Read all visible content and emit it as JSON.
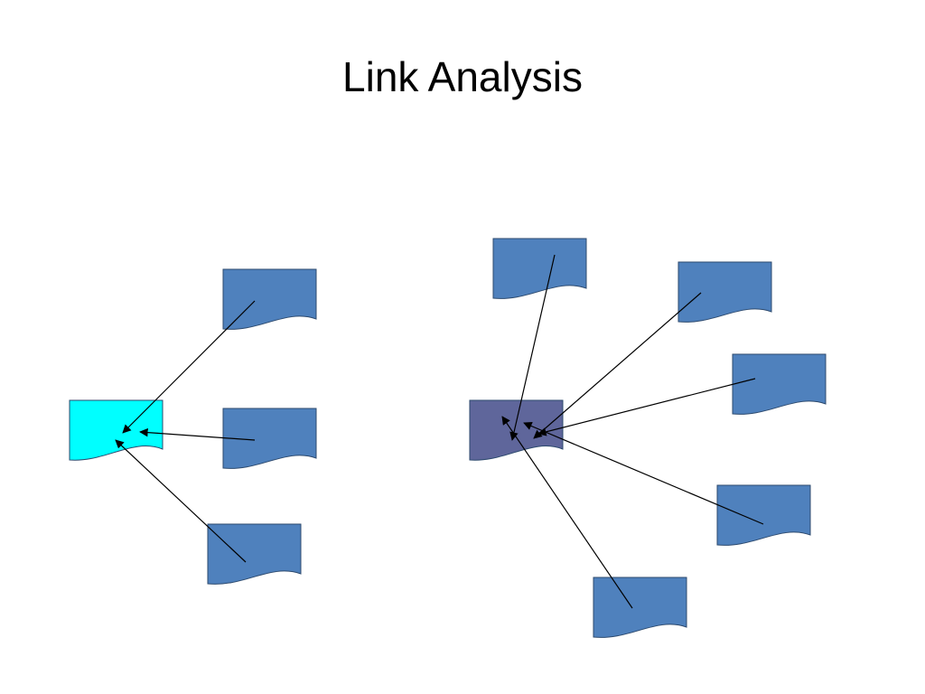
{
  "slide": {
    "title": "Link Analysis"
  },
  "colors": {
    "document_fill": "#4f81bd",
    "left_target_fill": "#00ffff",
    "right_target_fill": "#5f669b",
    "document_stroke": "#2d4a6e",
    "arrow_stroke": "#000000"
  },
  "diagrams": {
    "left_cluster": {
      "target": "left-target-document",
      "sources": [
        "source-top",
        "source-middle",
        "source-bottom"
      ]
    },
    "right_cluster": {
      "target": "right-target-document",
      "sources": [
        "source-top",
        "source-upper-right",
        "source-right",
        "source-lower-right",
        "source-bottom"
      ]
    }
  }
}
